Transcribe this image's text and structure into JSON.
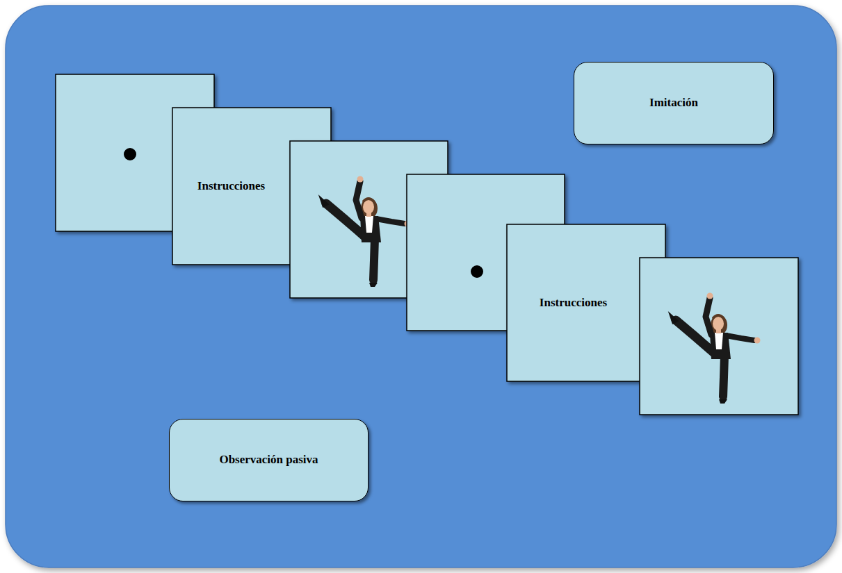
{
  "diagram": {
    "nodes": [
      {
        "text": [
          "Imitación"
        ]
      },
      {
        "text": [
          "Instrucciones"
        ]
      },
      {
        "text": [
          "Instrucciones"
        ]
      },
      {
        "text": [
          "Observación pasiva"
        ]
      }
    ]
  }
}
